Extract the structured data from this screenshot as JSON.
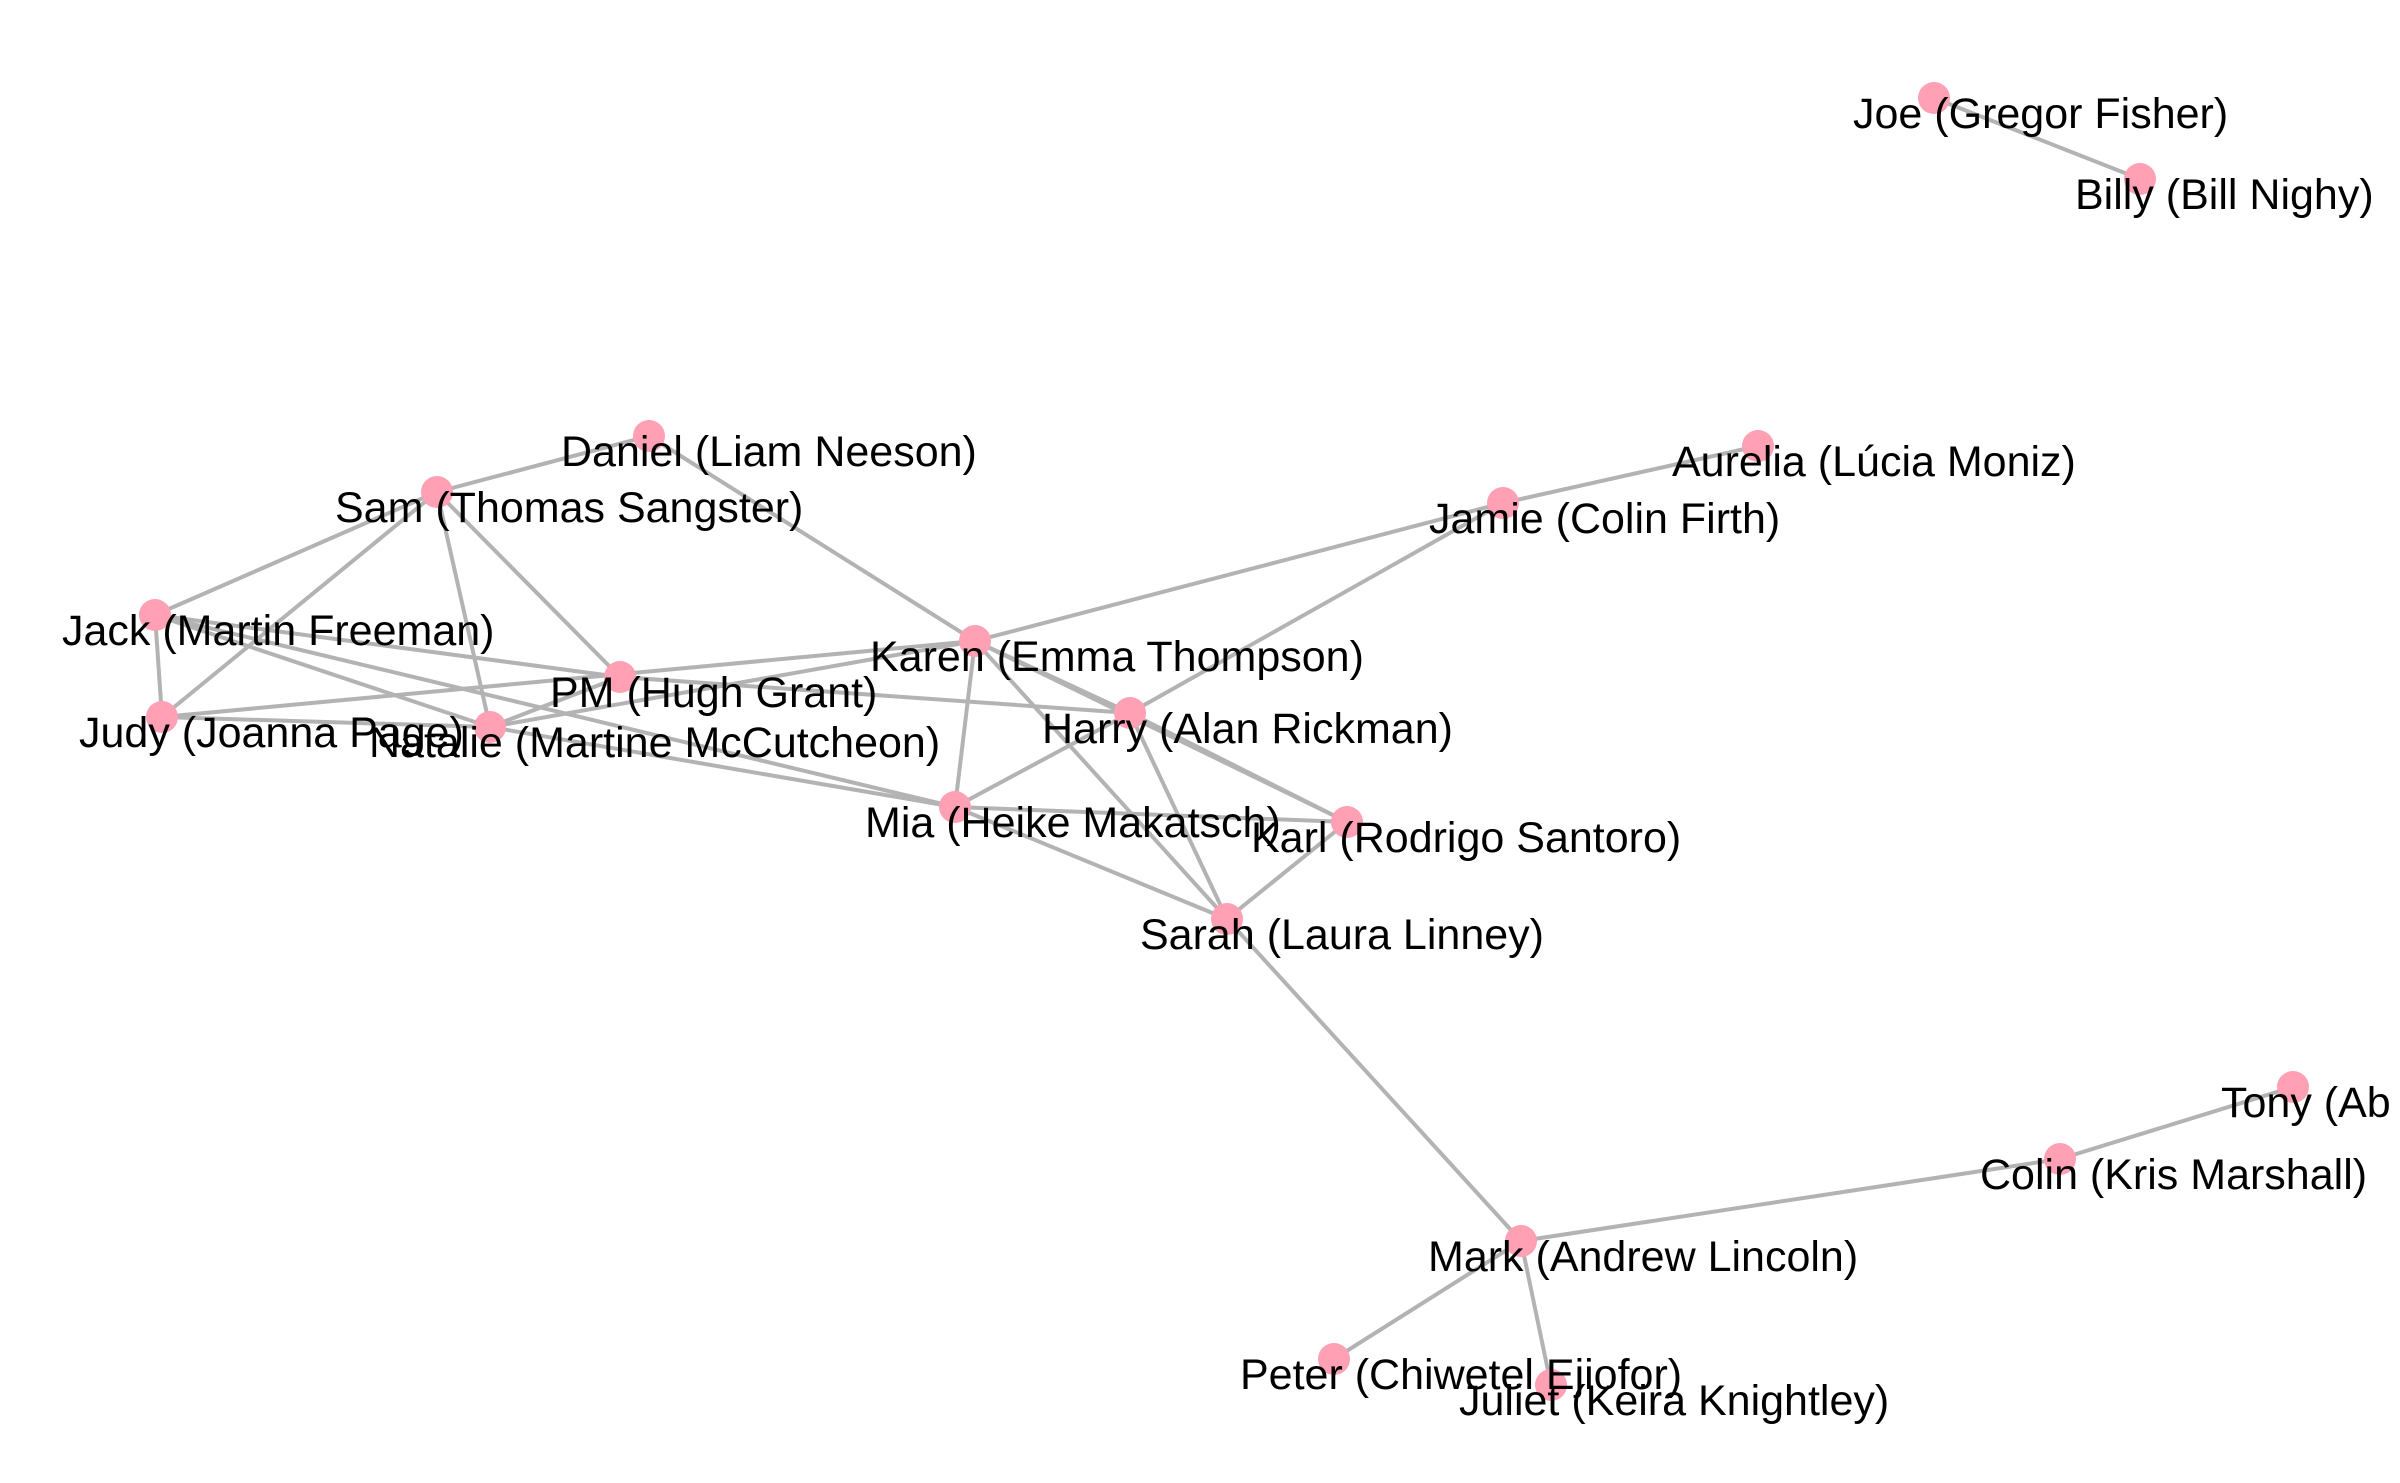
{
  "graph": {
    "node_color": "#ffa0b4",
    "edge_color": "#b3b3b3",
    "label_color": "#000000",
    "nodes": [
      {
        "id": "daniel",
        "label": "Daniel (Liam Neeson)"
      },
      {
        "id": "sam",
        "label": "Sam (Thomas Sangster)"
      },
      {
        "id": "jack",
        "label": "Jack (Martin Freeman)"
      },
      {
        "id": "judy",
        "label": "Judy (Joanna Page)"
      },
      {
        "id": "pm",
        "label": "PM (Hugh Grant)"
      },
      {
        "id": "natalie",
        "label": "Natalie (Martine McCutcheon)"
      },
      {
        "id": "karen",
        "label": "Karen (Emma Thompson)"
      },
      {
        "id": "harry",
        "label": "Harry (Alan Rickman)"
      },
      {
        "id": "mia",
        "label": "Mia (Heike Makatsch)"
      },
      {
        "id": "karl",
        "label": "Karl (Rodrigo Santoro)"
      },
      {
        "id": "sarah",
        "label": "Sarah (Laura Linney)"
      },
      {
        "id": "jamie",
        "label": "Jamie (Colin Firth)"
      },
      {
        "id": "aurelia",
        "label": "Aurelia (Lúcia Moniz)"
      },
      {
        "id": "joe",
        "label": "Joe (Gregor Fisher)"
      },
      {
        "id": "billy",
        "label": "Billy (Bill Nighy)"
      },
      {
        "id": "mark",
        "label": "Mark (Andrew Lincoln)"
      },
      {
        "id": "colin",
        "label": "Colin (Kris Marshall)"
      },
      {
        "id": "tony",
        "label": "Tony (Ab"
      },
      {
        "id": "peter",
        "label": "Peter (Chiwetel Ejiofor)"
      },
      {
        "id": "juliet",
        "label": "Juliet (Keira Knightley)"
      }
    ],
    "edges": [
      [
        "daniel",
        "sam"
      ],
      [
        "daniel",
        "karen"
      ],
      [
        "sam",
        "jack"
      ],
      [
        "sam",
        "judy"
      ],
      [
        "sam",
        "pm"
      ],
      [
        "sam",
        "natalie"
      ],
      [
        "jack",
        "judy"
      ],
      [
        "jack",
        "natalie"
      ],
      [
        "jack",
        "pm"
      ],
      [
        "jack",
        "mia"
      ],
      [
        "judy",
        "karen"
      ],
      [
        "judy",
        "natalie"
      ],
      [
        "pm",
        "natalie"
      ],
      [
        "pm",
        "harry"
      ],
      [
        "natalie",
        "mia"
      ],
      [
        "natalie",
        "karen"
      ],
      [
        "karen",
        "harry"
      ],
      [
        "karen",
        "mia"
      ],
      [
        "karen",
        "jamie"
      ],
      [
        "karen",
        "sarah"
      ],
      [
        "karen",
        "karl"
      ],
      [
        "harry",
        "mia"
      ],
      [
        "harry",
        "karl"
      ],
      [
        "harry",
        "sarah"
      ],
      [
        "harry",
        "jamie"
      ],
      [
        "mia",
        "karl"
      ],
      [
        "mia",
        "sarah"
      ],
      [
        "karl",
        "sarah"
      ],
      [
        "sarah",
        "mark"
      ],
      [
        "jamie",
        "aurelia"
      ],
      [
        "joe",
        "billy"
      ],
      [
        "mark",
        "colin"
      ],
      [
        "mark",
        "peter"
      ],
      [
        "mark",
        "juliet"
      ],
      [
        "colin",
        "tony"
      ]
    ]
  }
}
